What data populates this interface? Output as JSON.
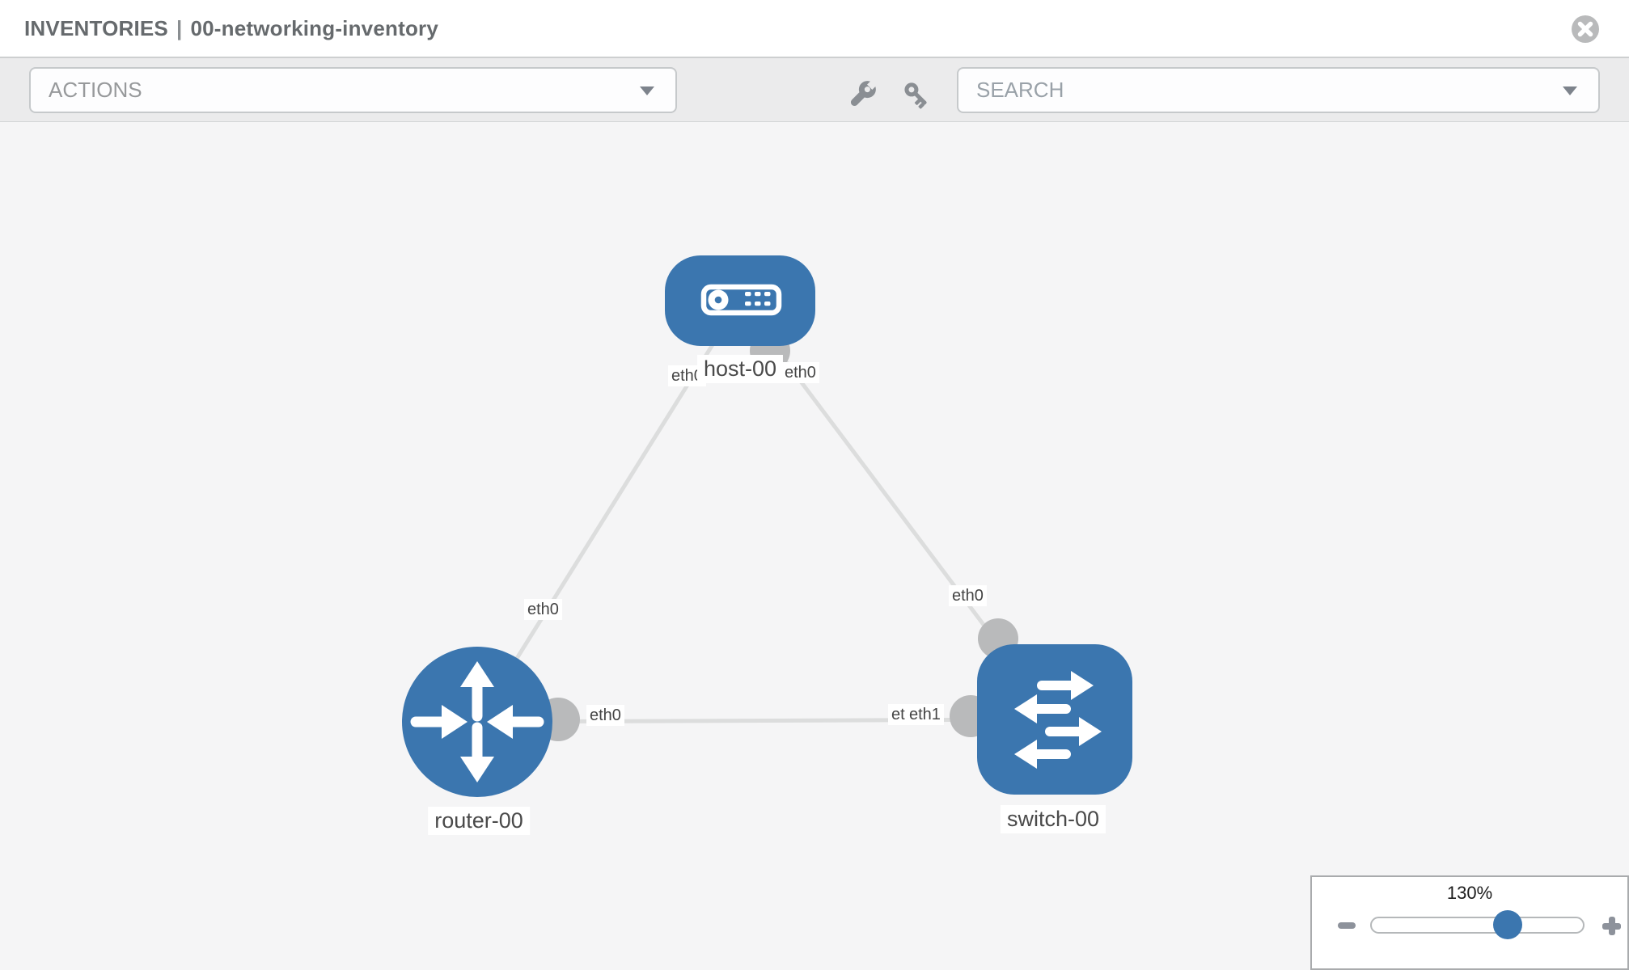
{
  "header": {
    "section": "INVENTORIES",
    "separator": "|",
    "inventory_name": "00-networking-inventory"
  },
  "toolbar": {
    "actions_label": "ACTIONS",
    "search_placeholder": "SEARCH"
  },
  "icons": {
    "toolbar": [
      "wrench-icon",
      "key-icon"
    ],
    "header": [
      "close-icon"
    ],
    "dropdowns": [
      "chevron-down-icon"
    ],
    "zoom": [
      "minus-icon",
      "plus-icon"
    ]
  },
  "diagram": {
    "nodes": [
      {
        "id": "host-00",
        "type": "host",
        "label": "host-00"
      },
      {
        "id": "router-00",
        "type": "router",
        "label": "router-00"
      },
      {
        "id": "switch-00",
        "type": "switch",
        "label": "switch-00"
      }
    ],
    "edges": [
      {
        "from": "host-00",
        "to": "router-00",
        "from_interface": "eth0",
        "to_interface": "eth0"
      },
      {
        "from": "host-00",
        "to": "switch-00",
        "from_interface": "eth0",
        "to_interface": "eth0"
      },
      {
        "from": "router-00",
        "to": "switch-00",
        "from_interface": "eth0",
        "to_interface": "eth1"
      }
    ],
    "interface_labels": [
      {
        "text": "eth0",
        "edge": "host-00/router-00",
        "end": "host-00"
      },
      {
        "text": "eth0",
        "edge": "host-00/switch-00",
        "end": "host-00"
      },
      {
        "text": "eth0",
        "edge": "host-00/router-00",
        "end": "router-00"
      },
      {
        "text": "eth0",
        "edge": "host-00/switch-00",
        "end": "switch-00"
      },
      {
        "text": "eth0",
        "edge": "router-00/switch-00",
        "end": "router-00"
      },
      {
        "text": "eth0",
        "edge": "router-00/switch-00",
        "end": "switch-00"
      },
      {
        "text": "eth1",
        "edge": "router-00/switch-00",
        "end": "switch-00"
      }
    ],
    "colors": {
      "node": "#3b76af",
      "edge": "#dcdddd",
      "connector": "#b9babb",
      "canvas_background": "#f5f5f6"
    }
  },
  "zoom_control": {
    "level": "130%"
  }
}
